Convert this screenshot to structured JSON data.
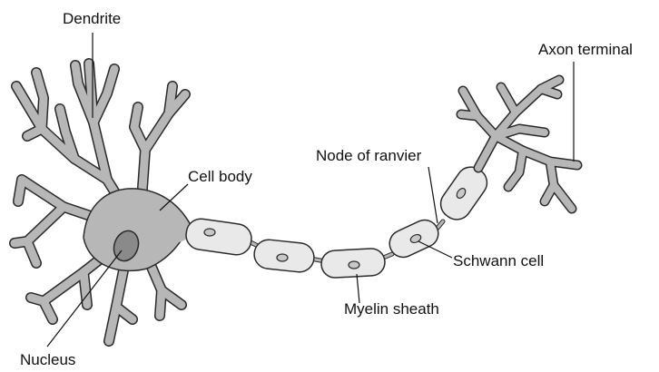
{
  "labels": {
    "dendrite": "Dendrite",
    "axon_terminal": "Axon terminal",
    "cell_body": "Cell body",
    "node_of_ranvier": "Node of ranvier",
    "schwann_cell": "Schwann cell",
    "myelin_sheath": "Myelin sheath",
    "nucleus": "Nucleus"
  },
  "colors": {
    "cell_fill": "#b7b7b7",
    "sheath_fill": "#e9e9e9",
    "outline": "#2a2a2a",
    "nucleus_fill": "#8a8a8a"
  }
}
